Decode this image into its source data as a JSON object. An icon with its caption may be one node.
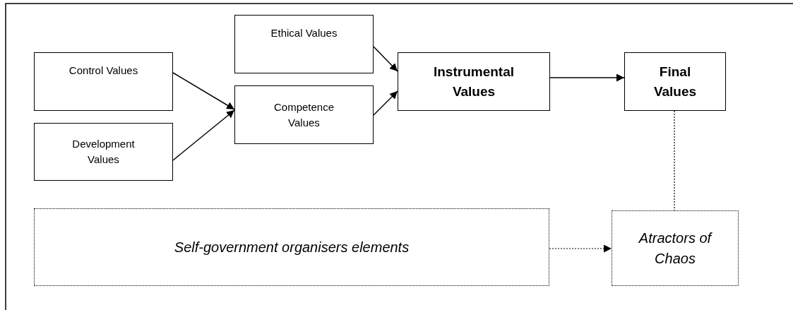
{
  "diagram": {
    "nodes": [
      {
        "text": [
          "Ethical Values"
        ]
      },
      {
        "text": [
          "Control Values"
        ]
      },
      {
        "text": [
          "Development Values"
        ]
      },
      {
        "text": [
          "Competence Values"
        ]
      },
      {
        "text": [
          "Instrumental Values"
        ]
      },
      {
        "text": [
          "Final Values"
        ]
      },
      {
        "text": [
          "Self-government organisers elements"
        ]
      },
      {
        "text": [
          "Atractors of Chaos"
        ]
      }
    ],
    "edges": [
      {
        "from": 1,
        "to": 3,
        "arrow": "to"
      },
      {
        "from": 2,
        "to": 3,
        "arrow": "to"
      },
      {
        "from": 0,
        "to": 4,
        "arrow": "to"
      },
      {
        "from": 3,
        "to": 4,
        "arrow": "to"
      },
      {
        "from": 4,
        "to": 5,
        "arrow": "to"
      },
      {
        "from": 5,
        "to": 7,
        "arrow": "none",
        "style": "dashed"
      },
      {
        "from": 6,
        "to": 7,
        "arrow": "to",
        "style": "dashed"
      }
    ]
  }
}
